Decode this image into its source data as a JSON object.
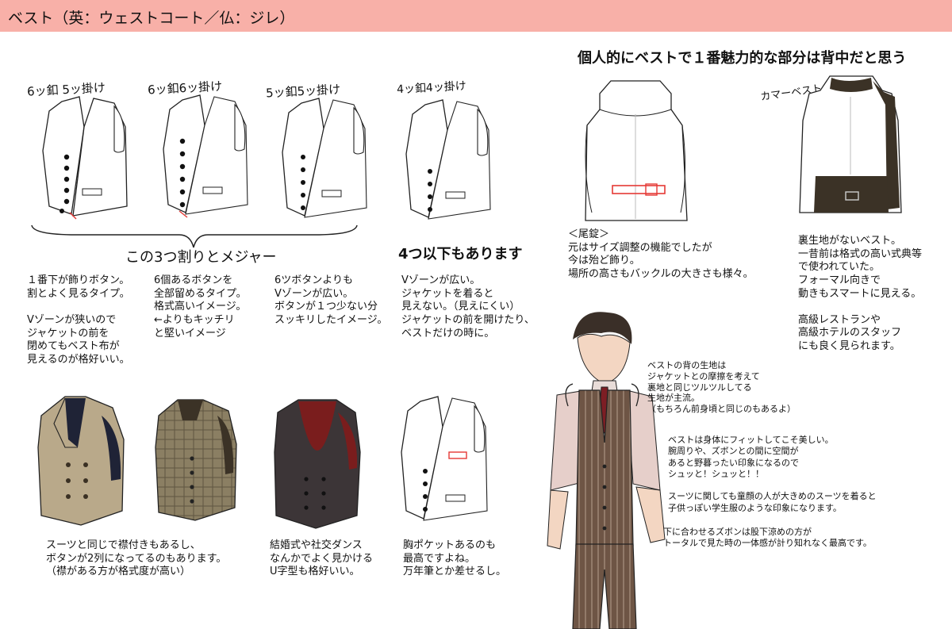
{
  "header": {
    "title": "ベスト（英：ウェストコート／仏：ジレ）"
  },
  "top_variants": [
    {
      "label": "6ッ釦 5ッ掛け"
    },
    {
      "label": "6ッ釦6ッ掛け"
    },
    {
      "label": "5ッ釦5ッ掛け"
    },
    {
      "label": "4ッ釦4ッ掛け"
    }
  ],
  "brace_caption": "この3つ割りとメジャー",
  "four_caption": "4つ以下もあります",
  "descriptions": [
    "１番下が飾りボタン。\n割とよく見るタイプ。\n\nVゾーンが狭いので\nジャケットの前を\n閉めてもベスト布が\n見えるのが格好いい。",
    "6個あるボタンを\n全部留めるタイプ。\n格式高いイメージ。\n←よりもキッチリ\nと堅いイメージ",
    "6ツボタンよりも\nVゾーンが広い。\nボタンが１つ少ない分\nスッキリしたイメージ。",
    "Vゾーンが広い。\nジャケットを着ると\n見えない。（見えにくい）\nジャケットの前を開けたり、\nベストだけの時に。"
  ],
  "back_section": {
    "title": "個人的にベストで１番魅力的な部分は背中だと思う",
    "cummerbund_label": "カマーベスト",
    "strap_note": "＜尾錠＞\n元はサイズ調整の機能でしたが\n今は殆ど飾り。\n場所の高さもバックルの大きさも様々。",
    "cummerbund_note": "裏生地がないベスト。\n一昔前は格式の高い式典等\nで使われていた。\nフォーマル向きで\n動きもスマートに見える。\n\n高級レストランや\n高級ホテルのスタッフ\nにも良く見られます。"
  },
  "man_notes": {
    "lining": "ベストの背の生地は\nジャケットとの摩擦を考えて\n裏地と同じツルツルしてる\n生地が主流。\n（もちろん前身頃と同じのもあるよ）",
    "fit": "ベストは身体にフィットしてこそ美しい。\n腕周りや、ズボンとの間に空間が\nあると野暮ったい印象になるので\nシュッと！シュッと！！\n\nスーツに関しても童顔の人が大きめのスーツを着ると\n子供っぽい学生服のような印象になります。",
    "trousers": "下に合わせるズボンは股下涼めの方が\nトータルで見た時の一体感が計り知れなく最高です。"
  },
  "bottom_descriptions": [
    "スーツと同じで襟付きもあるし、\nボタンが2列になってるのもあります。\n（襟がある方が格式度が高い）",
    "結婚式や社交ダンス\nなんかでよく見かける\nU字型も格好いい。",
    "胸ポケットあるのも\n最高ですよね。\n万年筆とか差せるし。"
  ],
  "colors": {
    "header_bg": "#f8b0a8",
    "accent_red": "#e53935",
    "vest_beige": "#b9a98a",
    "vest_navy": "#1f2336",
    "vest_plaid": "#8b7f63",
    "vest_dark": "#3c3537",
    "vest_burgundy": "#7a1d1d",
    "cummerbund_brown": "#3b3226",
    "suit_brown": "#6e5545"
  }
}
